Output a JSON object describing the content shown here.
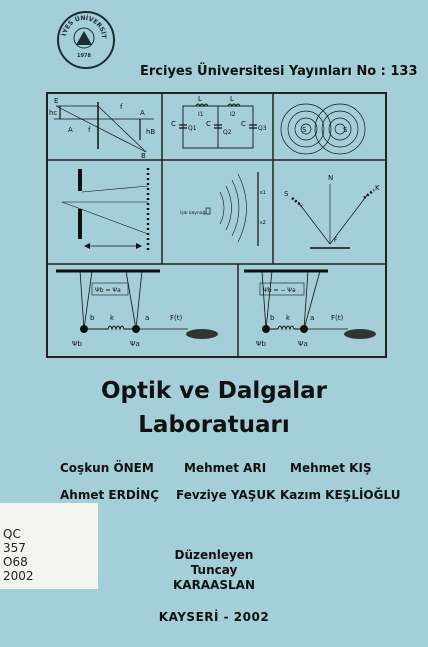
{
  "seal": {
    "text": "ERCİYES ÜNİVERSİTESİ",
    "year": "1978"
  },
  "publisher_line": "Erciyes Üniversitesi Yayınları No : 133",
  "diagram_labels": {
    "lens": {
      "E": "E",
      "hc": "hc",
      "A1": "A",
      "f1": "f",
      "f2": "f",
      "A2": "A",
      "hB": "hB",
      "B": "B"
    },
    "circuit": {
      "L1": "L",
      "L2": "L",
      "C1": "C",
      "C2": "C",
      "C3": "C",
      "I1": "I1",
      "I2": "I2",
      "Q1": "Q1",
      "Q2": "Q2",
      "Q3": "Q3"
    },
    "interference": {
      "S1": "S",
      "S2": "S"
    },
    "reflection": {
      "S": "S",
      "N": "N",
      "K": "K",
      "F": "F"
    },
    "wave": {
      "s1": "s1",
      "s2": "s2",
      "source": "Işık kaynağı"
    },
    "pend1": {
      "eq": "Ψb = Ψa",
      "b": "b",
      "k": "k",
      "a": "a",
      "F": "F(t)",
      "psib": "Ψb",
      "psia": "Ψa"
    },
    "pend2": {
      "eq": "Ψb = − Ψa",
      "b": "b",
      "k": "k",
      "a": "a",
      "F": "F(t)",
      "psib": "Ψb",
      "psia": "Ψa"
    }
  },
  "title": {
    "line1": "Optik ve Dalgalar",
    "line2": "Laboratuarı"
  },
  "authors": [
    "Coşkun ÖNEM",
    "Mehmet ARI",
    "Mehmet KIŞ",
    "Ahmet ERDİNÇ",
    "Fevziye YAŞUK",
    "Kazım KEŞLİOĞLU"
  ],
  "editor": {
    "label": "Düzenleyen",
    "first": "Tuncay",
    "last": "KARAASLAN"
  },
  "place_year": "KAYSERİ - 2002",
  "call_number": [
    "QC",
    "357",
    "O68",
    "2002"
  ]
}
